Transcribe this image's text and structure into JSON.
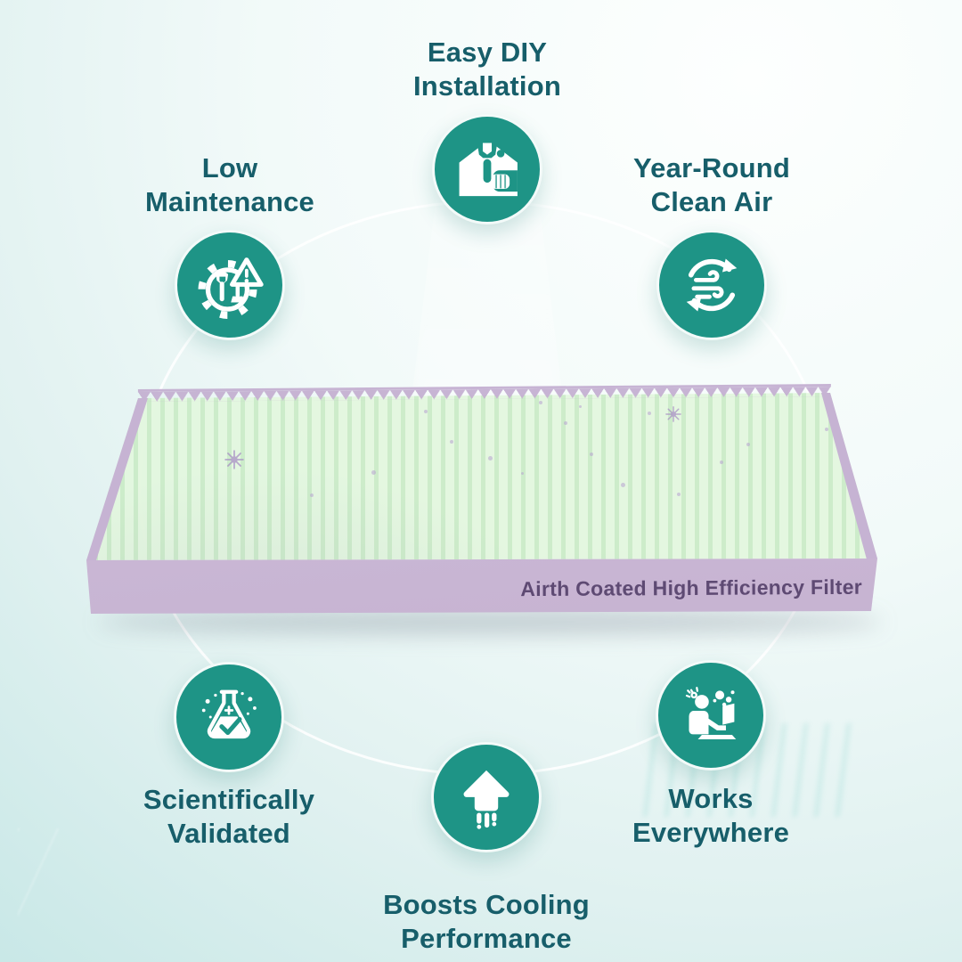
{
  "page": {
    "type": "product-feature-infographic"
  },
  "theme": {
    "icon_background": "#1e9486",
    "icon_foreground": "#ffffff",
    "label_color": "#175e6a",
    "background_start": "#fdfffe",
    "background_end": "#c9e8e7",
    "ring_color": "#ffffff"
  },
  "features": [
    {
      "id": "easy-diy-installation",
      "line1": "Easy DIY",
      "line2": "Installation",
      "icon": "house-wrench-icon",
      "label_position": "above"
    },
    {
      "id": "low-maintenance",
      "line1": "Low",
      "line2": "Maintenance",
      "icon": "gear-tools-warning-icon",
      "label_position": "above"
    },
    {
      "id": "year-round-clean-air",
      "line1": "Year-Round",
      "line2": "Clean Air",
      "icon": "air-circulation-icon",
      "label_position": "above"
    },
    {
      "id": "scientifically-validated",
      "line1": "Scientifically",
      "line2": "Validated",
      "icon": "flask-checkmark-icon",
      "label_position": "below"
    },
    {
      "id": "boosts-cooling-performance",
      "line1": "Boosts Cooling",
      "line2": "Performance",
      "icon": "boost-arrow-icon",
      "label_position": "below"
    },
    {
      "id": "works-everywhere",
      "line1": "Works",
      "line2": "Everywhere",
      "icon": "person-laptop-icon",
      "label_position": "below"
    }
  ],
  "product": {
    "label": "Airth Coated High Efficiency Filter",
    "frame_color": "#c9b6d4",
    "media_color": "#e3f7df",
    "pleat_color": "#cbebc8",
    "label_text_color": "#5e4a73"
  }
}
